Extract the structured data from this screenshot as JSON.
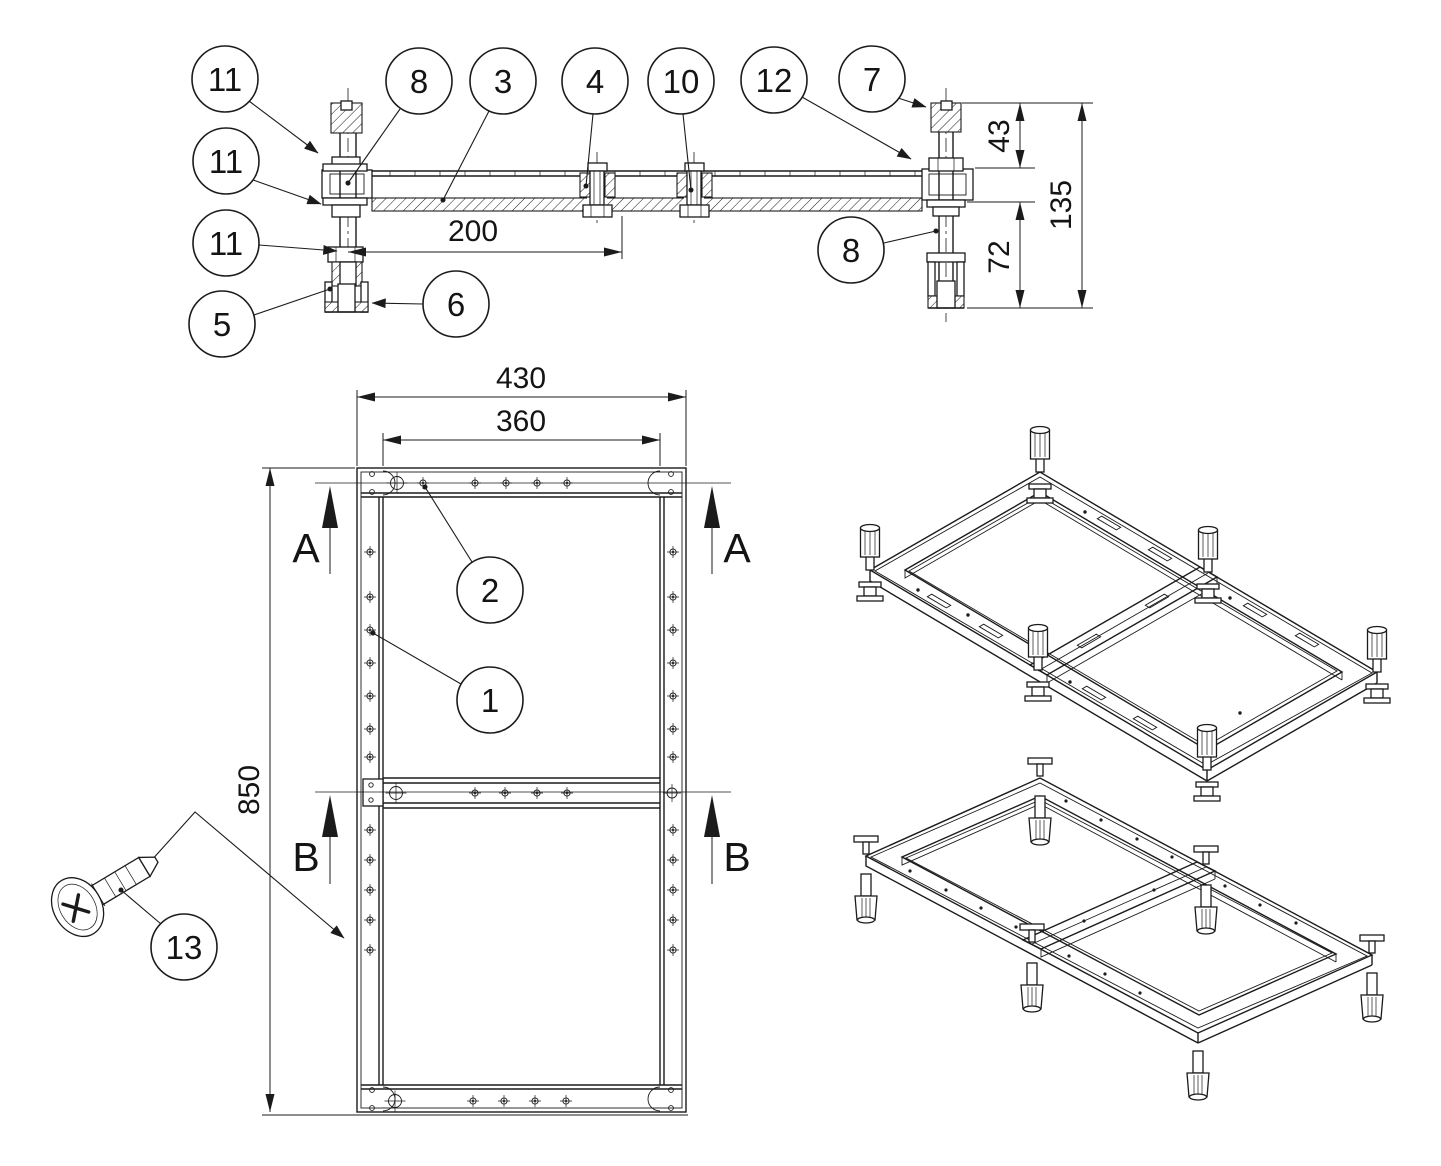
{
  "balloons": {
    "b11a": "11",
    "b8a": "8",
    "b3": "3",
    "b4": "4",
    "b10": "10",
    "b12": "12",
    "b7": "7",
    "b11b": "11",
    "b11c": "11",
    "b5": "5",
    "b6": "6",
    "b8b": "8",
    "b2": "2",
    "b1": "1",
    "b13": "13"
  },
  "dimensions": {
    "d200": "200",
    "d43": "43",
    "d135": "135",
    "d72": "72",
    "d430": "430",
    "d360": "360",
    "d850": "850"
  },
  "sections": {
    "a_left": "A",
    "a_right": "A",
    "b_left": "B",
    "b_right": "B"
  }
}
